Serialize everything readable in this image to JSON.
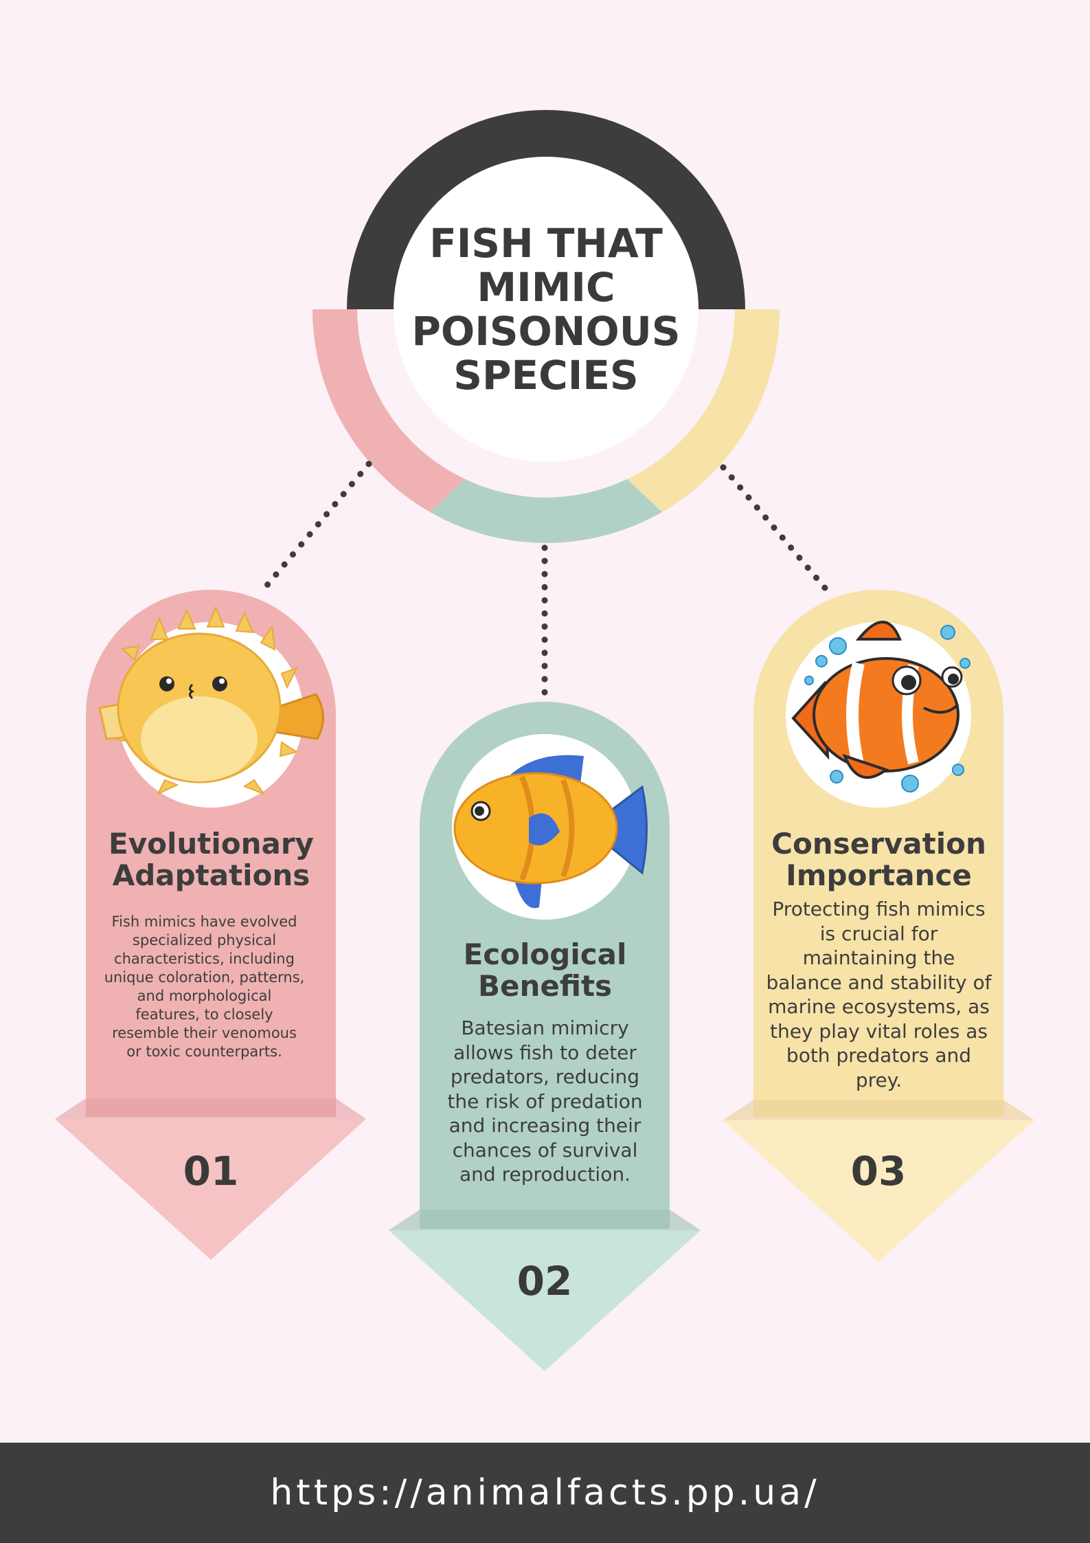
{
  "title": {
    "line1": "FISH THAT",
    "line2": "MIMIC",
    "line3": "POISONOUS",
    "line4": "SPECIES"
  },
  "colors": {
    "background": "#fcf1f6",
    "dark": "#3d3d3d",
    "pink": "#efb1b2",
    "pink_light": "#f6c3c4",
    "green": "#b1d1c6",
    "green_light": "#c9e4da",
    "yellow": "#f7e2a8",
    "yellow_light": "#fcecc1"
  },
  "cards": [
    {
      "title_line1": "Evolutionary",
      "title_line2": "Adaptations",
      "body": "Fish mimics have evolved specialized physical characteristics, including unique coloration, patterns, and morphological features, to closely resemble their venomous or toxic counterparts.",
      "number": "01",
      "icon": "pufferfish-icon"
    },
    {
      "title_line1": "Ecological",
      "title_line2": "Benefits",
      "body": "Batesian mimicry allows fish to deter predators, reducing the risk of predation and increasing their chances of survival and reproduction.",
      "number": "02",
      "icon": "tropical-fish-icon"
    },
    {
      "title_line1": "Conservation",
      "title_line2": "Importance",
      "body": "Protecting fish mimics is crucial for maintaining the balance and stability of marine ecosystems, as they play vital roles as both predators and prey.",
      "number": "03",
      "icon": "clownfish-icon"
    }
  ],
  "footer": {
    "url": "https://animalfacts.pp.ua/"
  }
}
